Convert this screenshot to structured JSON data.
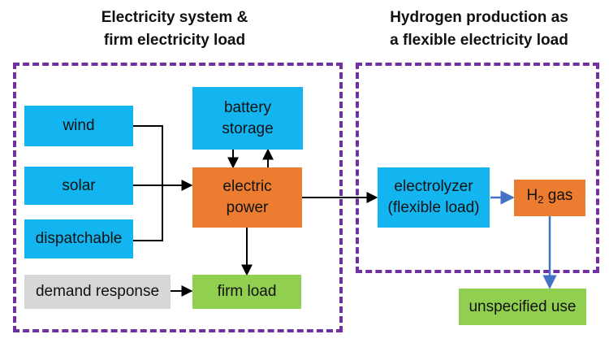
{
  "headings": {
    "left_line1": "Electricity system &",
    "left_line2": "firm electricity load",
    "right_line1": "Hydrogen production as",
    "right_line2": "a flexible electricity load"
  },
  "nodes": {
    "wind": "wind",
    "solar": "solar",
    "dispatchable": "dispatchable",
    "demand_response": "demand response",
    "battery_line1": "battery",
    "battery_line2": "storage",
    "electric_line1": "electric",
    "electric_line2": "power",
    "firm_load": "firm load",
    "electrolyzer_line1": "electrolyzer",
    "electrolyzer_line2": "(flexible load)",
    "h2_prefix": "H",
    "h2_subscript": "2",
    "h2_suffix": " gas",
    "unspecified_use": "unspecified use"
  },
  "colors": {
    "source_blue": "#12b5ef",
    "power_orange": "#ec7c30",
    "load_green": "#91cf50",
    "demand_gray": "#d7d7d7",
    "region_purple": "#7030a0",
    "arrow_black": "#000000",
    "arrow_blue": "#4472c4"
  }
}
